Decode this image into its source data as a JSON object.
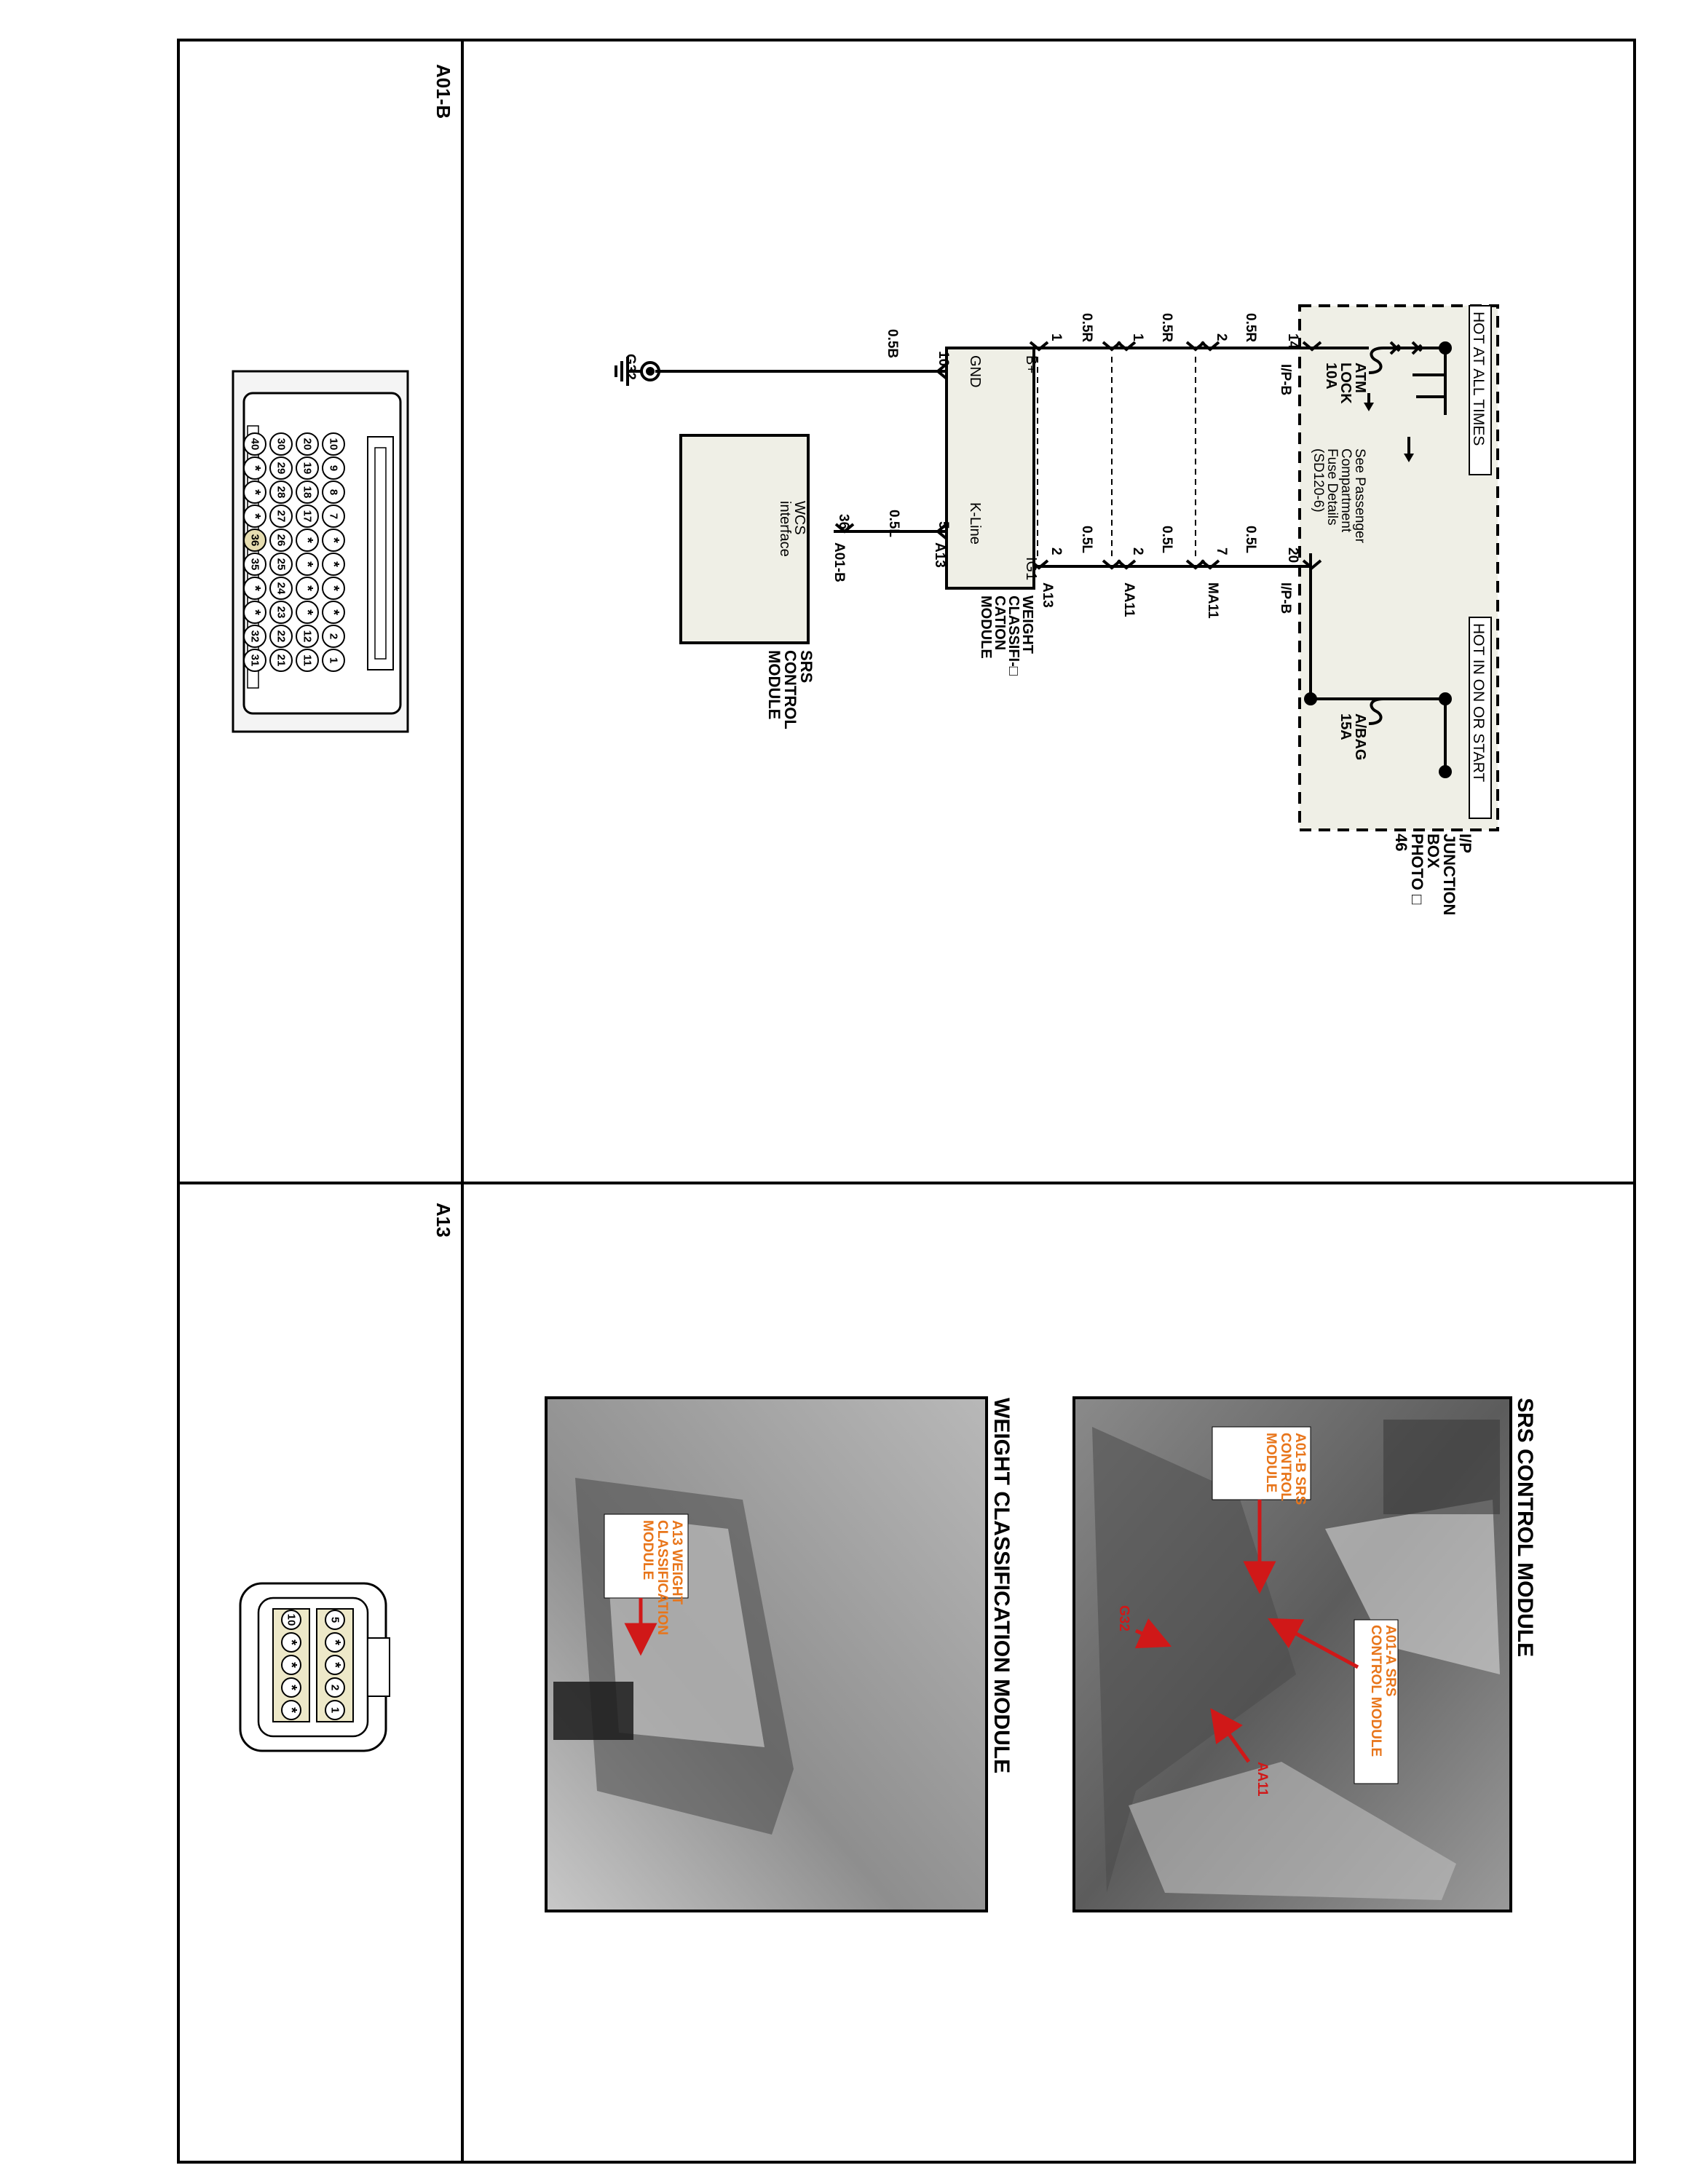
{
  "frame": {
    "connector_headers": [
      "A01-B",
      "A13"
    ]
  },
  "junction_box": {
    "label_lines": [
      "I/P",
      "JUNCTION",
      "BOX",
      "PHOTO □",
      "46"
    ],
    "hot_at_all_times": "HOT AT ALL TIMES",
    "hot_in_on_or_start": "HOT IN ON OR START",
    "fuse_atm": [
      "ATM",
      "LOCK",
      "10A"
    ],
    "fuse_abag": [
      "A/BAG",
      "15A"
    ],
    "note": [
      "See Passenger",
      "Compartment",
      "Fuse Details",
      "(SD120-6)"
    ]
  },
  "wires": {
    "left": {
      "pin_14": "14",
      "conn_ipb": "I/P-B",
      "wire1": "0.5R",
      "pin_2": "2",
      "wire2": "0.5R",
      "pin_1a": "1",
      "wire3": "0.5R",
      "pin_1b": "1"
    },
    "right": {
      "pin_20": "20",
      "conn_ipb": "I/P-B",
      "wire1": "0.5L",
      "pin_7": "7",
      "conn_ma11": "MA11",
      "wire2": "0.5L",
      "pin_2a": "2",
      "conn_aa11": "AA11",
      "wire3": "0.5L",
      "pin_2b": "2",
      "conn_a13": "A13"
    },
    "gnd": {
      "pin_10": "10",
      "wire": "0.5B",
      "ground": "G32"
    },
    "kline": {
      "pin_5": "5",
      "conn_a13": "A13",
      "wire": "0.5L",
      "pin_36": "36",
      "conn_a01b": "A01-B"
    }
  },
  "wcm": {
    "pins": [
      "B+",
      "GND",
      "K-Line",
      "IG1"
    ],
    "label": [
      "WEIGHT",
      "CLASSIFI-□",
      "CATION",
      "MODULE"
    ]
  },
  "srs": {
    "interface": [
      "WCS",
      "interface"
    ],
    "label": [
      "SRS",
      "CONTROL",
      "MODULE"
    ]
  },
  "connector_a01b": {
    "rows": [
      [
        "10",
        "9",
        "8",
        "7",
        "*",
        "*",
        "*",
        "*",
        "2",
        "1"
      ],
      [
        "20",
        "19",
        "18",
        "17",
        "*",
        "*",
        "*",
        "*",
        "12",
        "11"
      ],
      [
        "30",
        "29",
        "28",
        "27",
        "26",
        "25",
        "24",
        "23",
        "22",
        "21"
      ],
      [
        "40",
        "*",
        "*",
        "*",
        "36",
        "35",
        "*",
        "*",
        "32",
        "31"
      ]
    ],
    "highlight": "36"
  },
  "connector_a13": {
    "row_top": [
      "5",
      "*",
      "*",
      "2",
      "1"
    ],
    "row_bottom": [
      "10",
      "*",
      "*",
      "*",
      "*"
    ]
  },
  "photos": {
    "srs_title": "SRS CONTROL MODULE",
    "srs_callouts": {
      "a01b": [
        "A01-B SRS",
        "CONTROL",
        "MODULE"
      ],
      "a01a": [
        "A01-A SRS",
        "CONTROL MODULE"
      ],
      "g32": "G32",
      "aa11": "AA11"
    },
    "wcm_title": "WEIGHT CLASSIFICATION MODULE",
    "wcm_callout": [
      "A13 WEIGHT",
      "CLASSIFICATION",
      "MODULE"
    ]
  },
  "colors": {
    "callout_orange": "#e8751a",
    "arrow_red": "#d01818",
    "panel_fill": "#efefe6"
  }
}
